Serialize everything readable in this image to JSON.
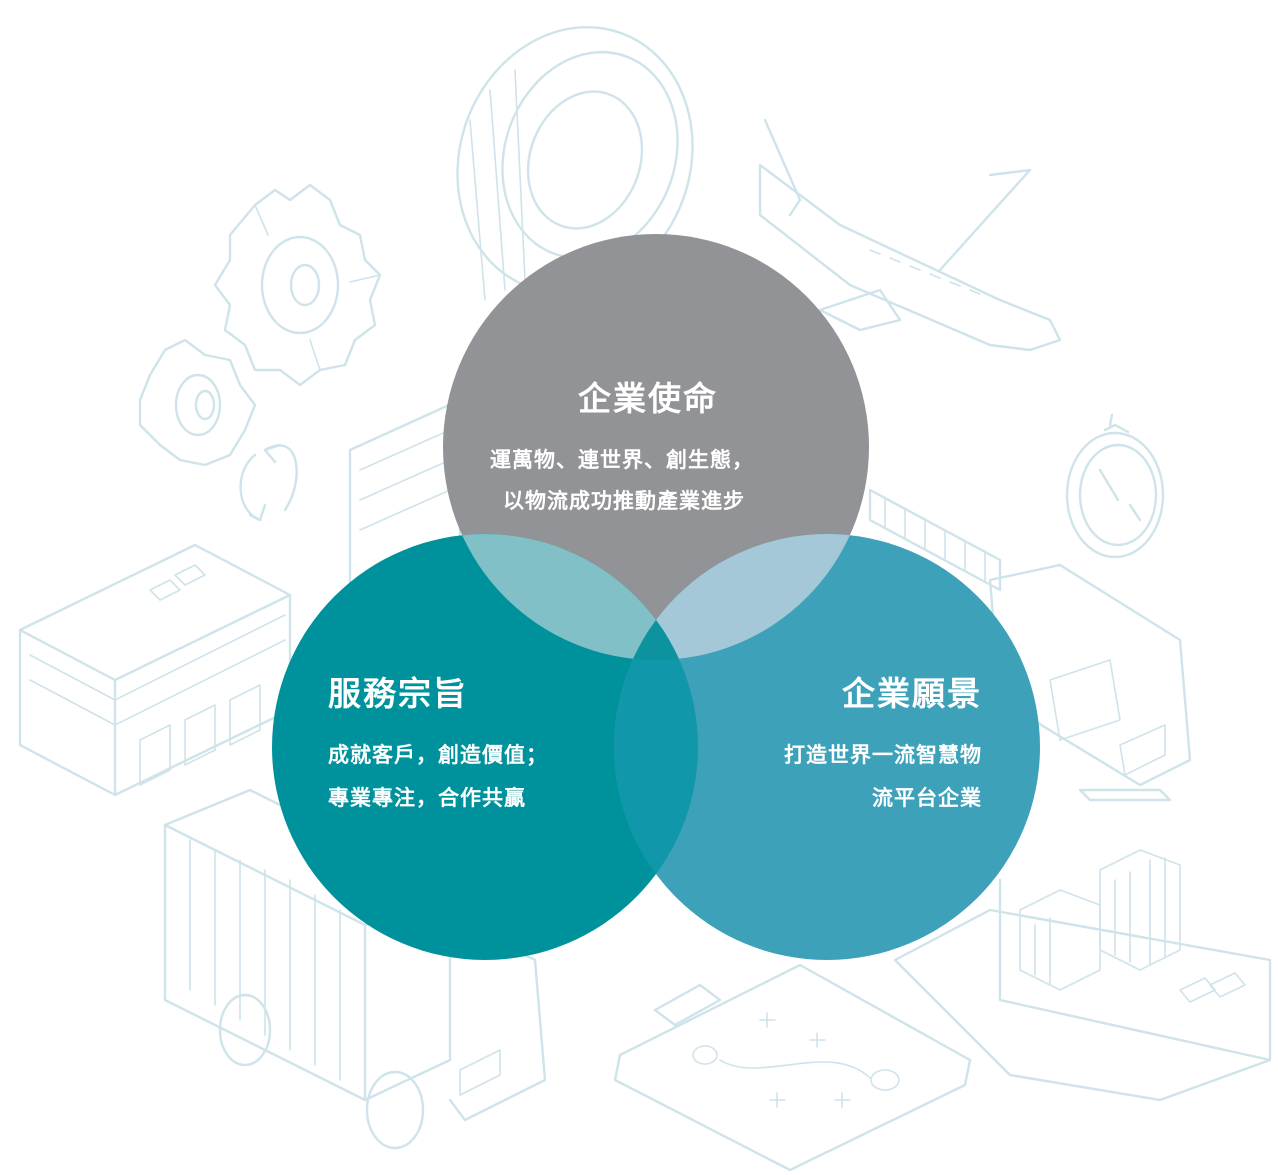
{
  "colors": {
    "mission_circle": "#929396",
    "service_circle": "#00929c",
    "vision_circle": "#3ea1ba",
    "background_art": "#cfe3ea"
  },
  "mission": {
    "title": "企業使命",
    "line1": "運萬物、連世界、創生態，",
    "line2": "以物流成功推動產業進步"
  },
  "service": {
    "title": "服務宗旨",
    "line1": "成就客戶，創造價值；",
    "line2": "專業專注，合作共贏"
  },
  "vision": {
    "title": "企業願景",
    "line1": "打造世界一流智慧物",
    "line2": "流平台企業"
  }
}
